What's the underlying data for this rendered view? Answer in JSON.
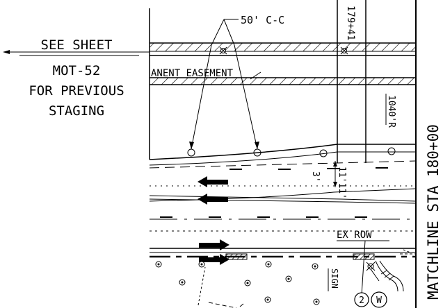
{
  "sheet_note": {
    "line1": "SEE SHEET",
    "line2": "MOT-52",
    "line3": "FOR PREVIOUS",
    "line4": "STAGING"
  },
  "labels": {
    "spacing": "50' C-C",
    "station": "179+41",
    "easement": "ANENT EASEMENT",
    "radius": "1040'R",
    "offset_3": "3'",
    "offset_11": "11'11'",
    "ex_row": "EX ROW",
    "sign": "SIGN",
    "matchline": "MATCHLINE STA 180+00"
  },
  "callouts": {
    "number": "2",
    "letter": "W"
  }
}
